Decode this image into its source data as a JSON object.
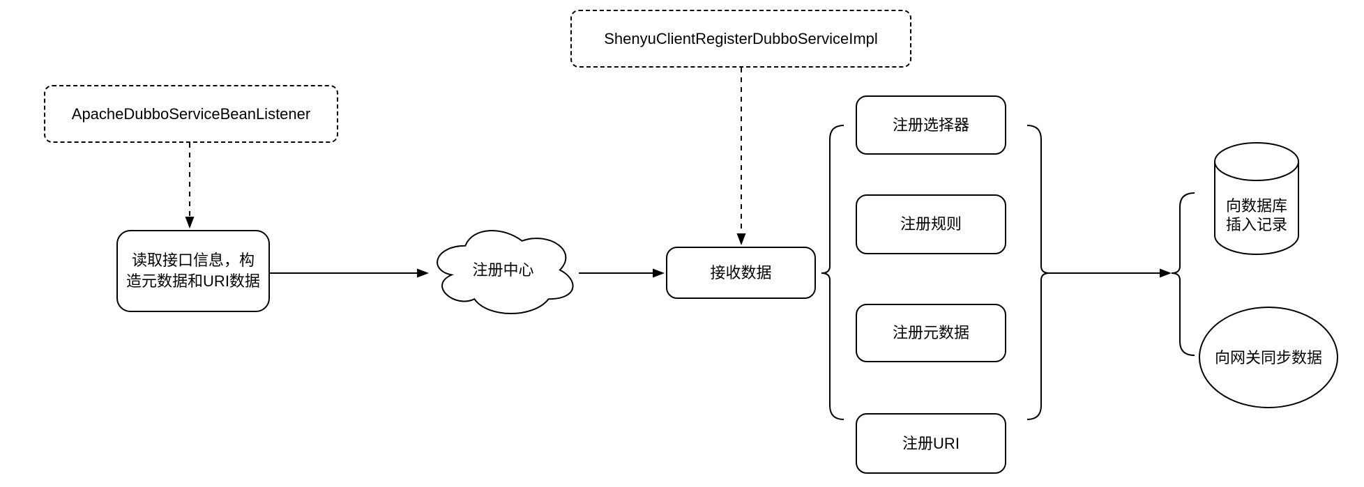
{
  "colors": {
    "stroke": "#000000",
    "background": "#ffffff",
    "text": "#000000"
  },
  "nodes": {
    "listener": {
      "label": "ApacheDubboServiceBeanListener",
      "shape": "dashed-rounded-rect"
    },
    "register_impl": {
      "label": "ShenyuClientRegisterDubboServiceImpl",
      "shape": "dashed-rounded-rect"
    },
    "read_interface": {
      "line1": "读取接口信息，构",
      "line2": "造元数据和URI数据",
      "shape": "rounded-rect"
    },
    "registry_center": {
      "label": "注册中心",
      "shape": "cloud"
    },
    "receive_data": {
      "label": "接收数据",
      "shape": "rounded-rect"
    },
    "register_selector": {
      "label": "注册选择器",
      "shape": "rounded-rect"
    },
    "register_rule": {
      "label": "注册规则",
      "shape": "rounded-rect"
    },
    "register_metadata": {
      "label": "注册元数据",
      "shape": "rounded-rect"
    },
    "register_uri": {
      "label": "注册URI",
      "shape": "rounded-rect"
    },
    "insert_db": {
      "line1": "向数据库",
      "line2": "插入记录",
      "shape": "cylinder"
    },
    "sync_gateway": {
      "label": "向网关同步数据",
      "shape": "ellipse"
    }
  },
  "edges": [
    {
      "from": "listener",
      "to": "read_interface",
      "style": "dashed-arrow"
    },
    {
      "from": "read_interface",
      "to": "registry_center",
      "style": "solid-arrow"
    },
    {
      "from": "registry_center",
      "to": "receive_data",
      "style": "solid-arrow"
    },
    {
      "from": "register_impl",
      "to": "receive_data",
      "style": "dashed-arrow"
    },
    {
      "from": "receive_data",
      "to": "register-group",
      "style": "bracket"
    },
    {
      "from": "register-group",
      "to": "sink-group",
      "style": "solid-arrow"
    }
  ]
}
